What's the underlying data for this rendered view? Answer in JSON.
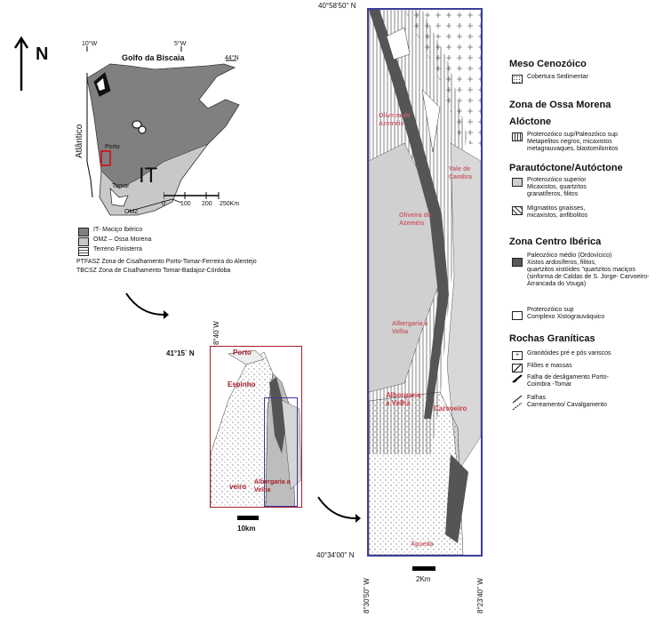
{
  "overview": {
    "north": "N",
    "lon_10w": "10°W",
    "lon_5w": "5°W",
    "lat_44n": "44°N",
    "golfo": "Golfo da Biscaia",
    "atlantico": "Atlântico",
    "porto": "Porto",
    "tomar": "Tomar",
    "it_big": "IT",
    "omz_map": "OMZ",
    "scale_0": "0",
    "scale_100": "100",
    "scale_200": "200",
    "scale_250": "250Km",
    "legend": [
      {
        "label": "IT- Maciço Ibérico",
        "color": "#808080"
      },
      {
        "label": "OMZ – Ossa Morena",
        "color": "#c8c8c8"
      },
      {
        "label": "Terreno Finisterra",
        "color": "#ffffff"
      }
    ],
    "note_ptfasz": "PTFASZ Zona de Cisalhamento Porto-Tomar-Ferreira do Alentejo",
    "note_tbcsz": "TBCSZ Zona de Cisalhamento Tomar-Badajoz-Córdoba"
  },
  "middle": {
    "lon": "8°40´W",
    "lat": "41°15´ N",
    "porto": "Porto",
    "espinho": "Espinho",
    "ovar": "veiro",
    "alb": "Albergaria a Velha",
    "scale": "10km"
  },
  "strip": {
    "lat_top": "40°58'50'' N",
    "lat_bottom": "40°34'00'' N",
    "lon_left": "8°30'50'' W",
    "lon_right": "8°23'40'' W",
    "scale": "2Km",
    "places": [
      "Oliveira de Azeméis",
      "Vale de Cambra",
      "Oliveira de Azeméis",
      "Albergaria a Velha",
      "Albergaria a Velha",
      "Carvoeiro",
      "Águeda"
    ]
  },
  "legend": {
    "meso_title": "Meso Cenozóico",
    "meso_item": "Cobertura Sedimentar",
    "ossa_title": "Zona de Ossa Morena",
    "aloctone_title": "Alóctone",
    "aloctone_lines": [
      "Proterozóico sup/Paleozóico sup",
      "Metapelitos negros, micaxistos",
      "metagrauvaques, blastomilonitos"
    ],
    "para_title": "Parautóctone/Autóctone",
    "para1_lines": [
      "Proterozóico superior",
      "Micaxistos, quartzitos",
      "granatíferos, filitos"
    ],
    "para2_lines": [
      "Migmatitos gnaisses,",
      "micaxistos, anfibolitos"
    ],
    "zci_title": "Zona Centro Ibérica",
    "zci1_lines": [
      "Paleozóico médio (Ordovícico)",
      "Xistos ardosíferos, filitos,",
      "quartzitos xistóides \"quartzitos maciços",
      "(sinforma de Caldas de S. Jorge- Carvoeiro-",
      "Arrancada do Vouga)"
    ],
    "zci2_lines": [
      "Proterozóico sup",
      "Complexo Xistograuváquico"
    ],
    "gran_title": "Rochas Graníticas",
    "gran1": "Granitóides pré e pós variscos",
    "gran2": "Filões e massas",
    "gran3_lines": [
      "Falha de desligamento Porto-",
      "Coimbra -Tomar"
    ],
    "gran4_lines": [
      "Falhas",
      "Carreamento/ Cavalgamento"
    ]
  }
}
